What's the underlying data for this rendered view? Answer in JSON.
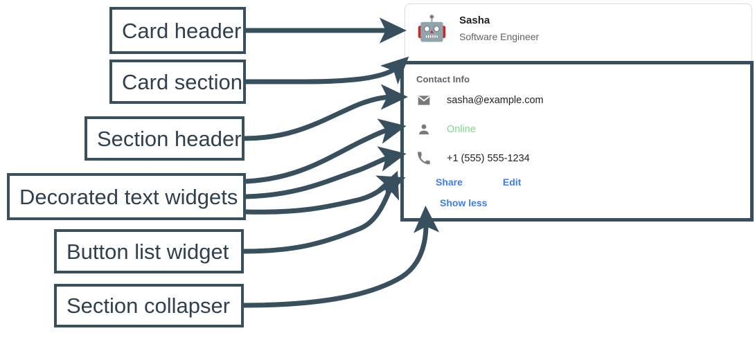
{
  "annotations": {
    "labels": [
      {
        "id": "card-header",
        "text": "Card header"
      },
      {
        "id": "card-section",
        "text": "Card section"
      },
      {
        "id": "section-header",
        "text": "Section header"
      },
      {
        "id": "decorated-text-widgets",
        "text": "Decorated text widgets"
      },
      {
        "id": "button-list-widget",
        "text": "Button list widget"
      },
      {
        "id": "section-collapser",
        "text": "Section collapser"
      }
    ],
    "stroke_color": "#38505e",
    "text_color": "#2f4050"
  },
  "card": {
    "header": {
      "avatar_glyph": "🤖",
      "avatar_icon_name": "robot-avatar",
      "title": "Sasha",
      "subtitle": "Software Engineer"
    },
    "section": {
      "header": "Contact Info",
      "rows": [
        {
          "icon": "email-icon",
          "text": "sasha@example.com",
          "style": "default"
        },
        {
          "icon": "person-icon",
          "text": "Online",
          "style": "online"
        },
        {
          "icon": "phone-icon",
          "text": "+1 (555) 555-1234",
          "style": "default"
        }
      ],
      "buttons": [
        {
          "id": "share",
          "label": "Share"
        },
        {
          "id": "edit",
          "label": "Edit"
        }
      ],
      "collapser": {
        "id": "show-less",
        "label": "Show less"
      }
    }
  },
  "colors": {
    "annotation_stroke": "#38505e",
    "card_border": "#dadce0",
    "link_blue": "#3b7ded",
    "status_green": "#7ddb8b",
    "muted_gray": "#5f6368",
    "icon_gray": "#7a7a7a"
  }
}
